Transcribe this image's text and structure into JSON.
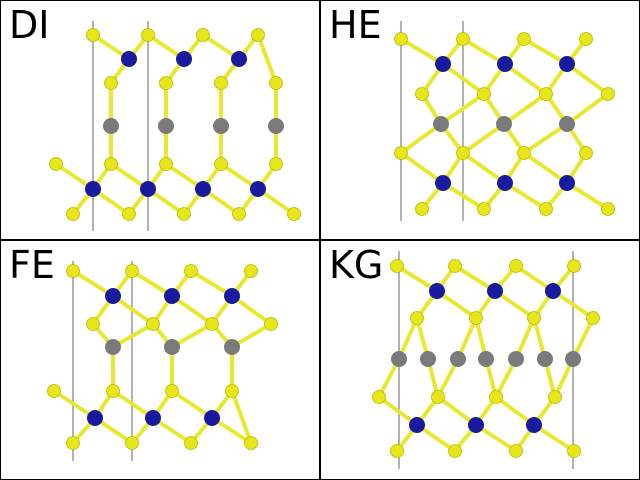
{
  "panels": [
    {
      "label": "DI"
    },
    {
      "label": "HE"
    },
    {
      "label": "FE"
    },
    {
      "label": "KG"
    }
  ],
  "colors": {
    "metal_blue": "#1a1a9e",
    "chalcogen_yellow": "#e6e61a",
    "interlayer_gray": "#7a7a7a",
    "cell_line": "#9a9a9a",
    "bond_blue": "#2a2ab0",
    "bond_yellow": "#e8e830"
  }
}
